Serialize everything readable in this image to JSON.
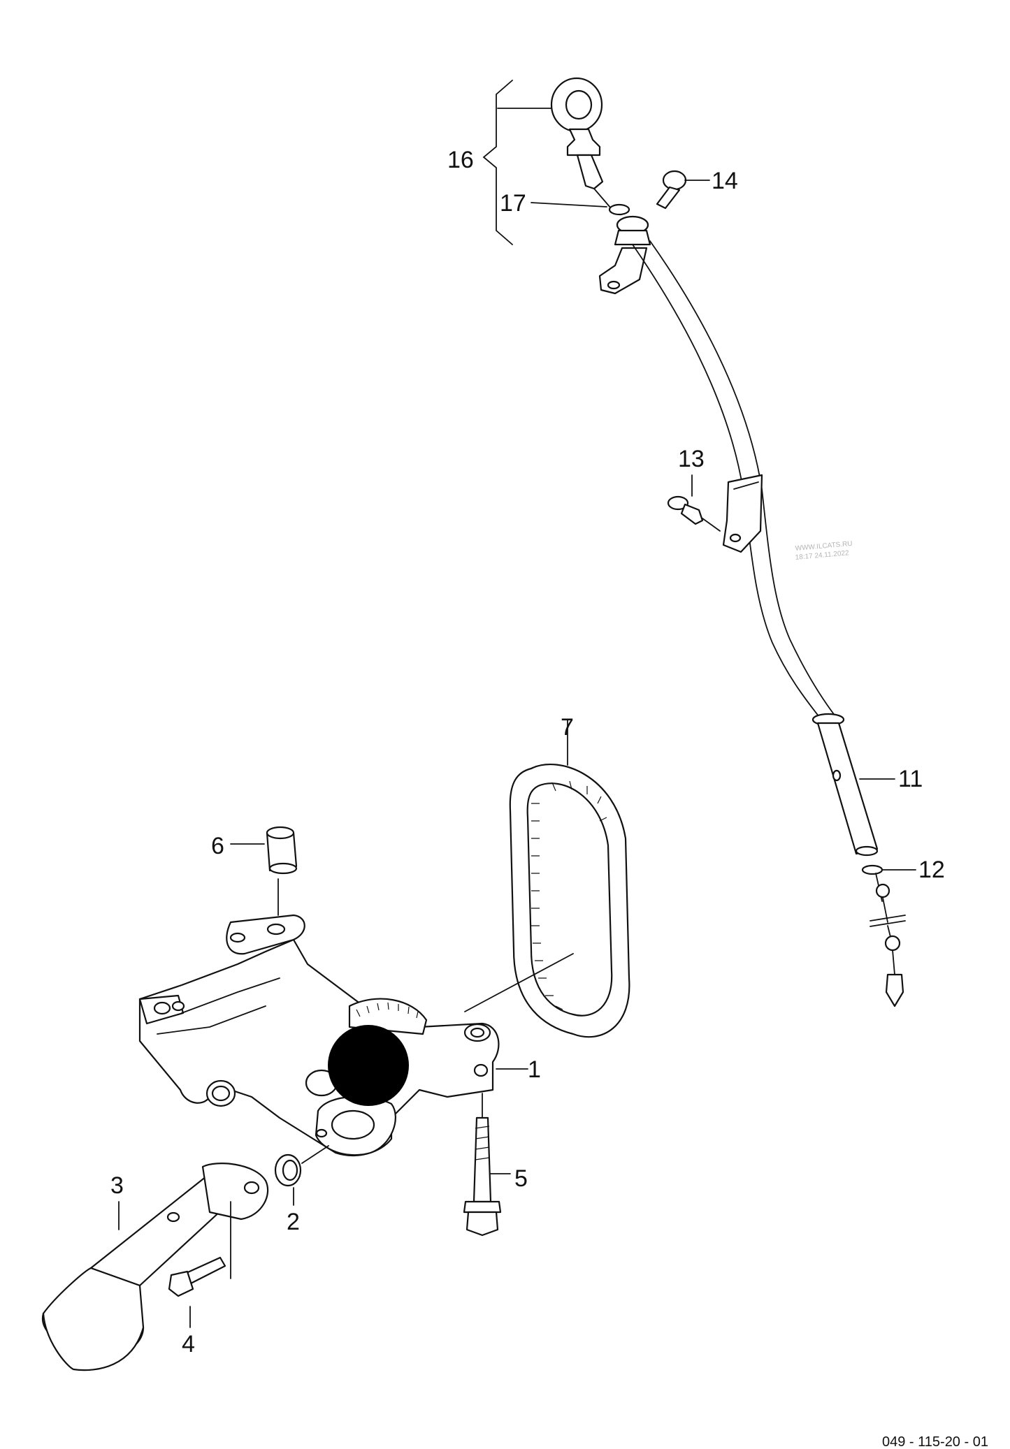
{
  "callouts": [
    {
      "id": "1",
      "label": "1"
    },
    {
      "id": "2",
      "label": "2"
    },
    {
      "id": "3",
      "label": "3"
    },
    {
      "id": "4",
      "label": "4"
    },
    {
      "id": "5",
      "label": "5"
    },
    {
      "id": "6",
      "label": "6"
    },
    {
      "id": "7",
      "label": "7"
    },
    {
      "id": "11",
      "label": "11"
    },
    {
      "id": "12",
      "label": "12"
    },
    {
      "id": "13",
      "label": "13"
    },
    {
      "id": "14",
      "label": "14"
    },
    {
      "id": "16",
      "label": "16"
    },
    {
      "id": "17",
      "label": "17"
    }
  ],
  "watermark": {
    "site": "WWW.ILCATS.RU",
    "timestamp": "18:17 24.11.2022"
  },
  "document_number": "049 - 115-20 - 01",
  "colors": {
    "line": "#111111",
    "fill": "#ffffff",
    "redaction": "#000000"
  }
}
